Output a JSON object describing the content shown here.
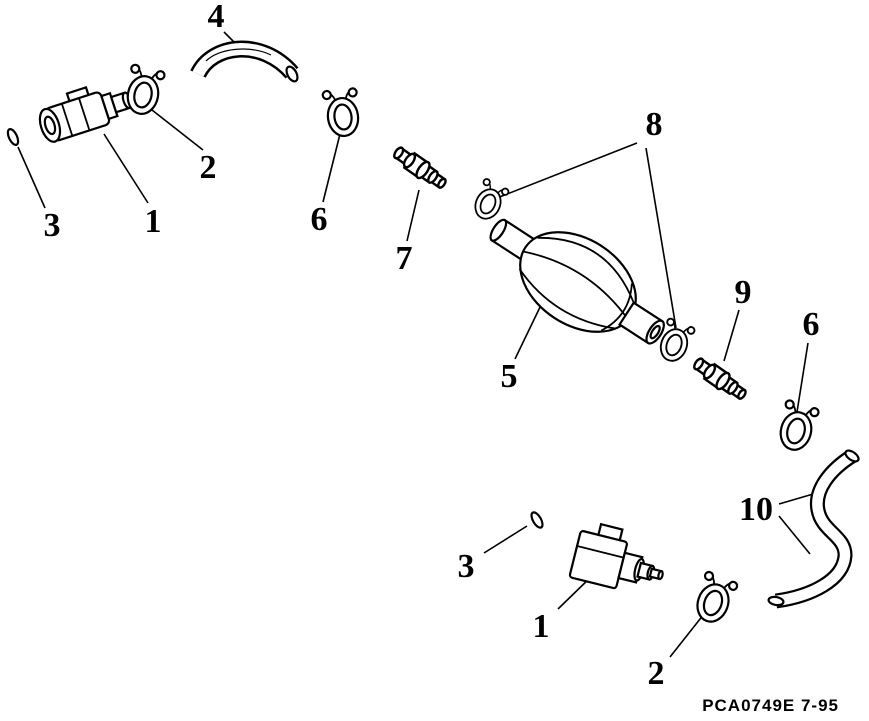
{
  "diagram": {
    "doc_code": "PCA0749E  7-95",
    "callouts": [
      {
        "label": "4"
      },
      {
        "label": "3"
      },
      {
        "label": "1"
      },
      {
        "label": "2"
      },
      {
        "label": "6"
      },
      {
        "label": "7"
      },
      {
        "label": "8"
      },
      {
        "label": "5"
      },
      {
        "label": "9"
      },
      {
        "label": "6"
      },
      {
        "label": "10"
      },
      {
        "label": "3"
      },
      {
        "label": "1"
      },
      {
        "label": "2"
      }
    ]
  }
}
